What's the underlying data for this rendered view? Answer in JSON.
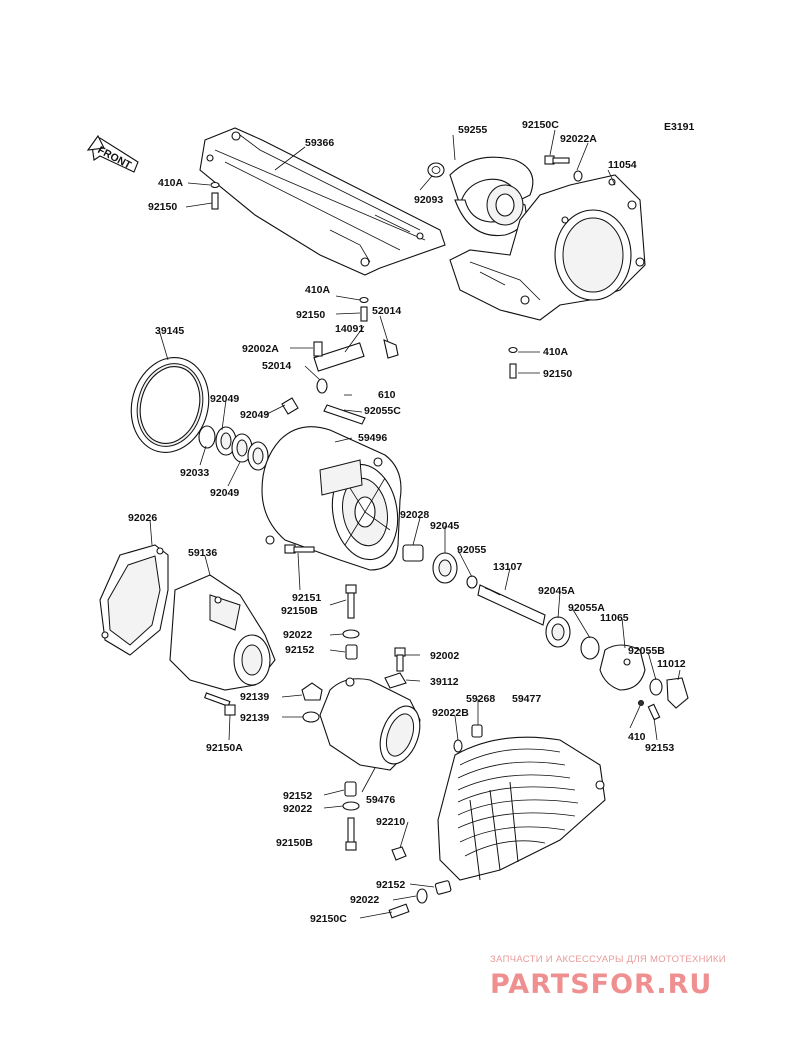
{
  "diagram_code": "E3191",
  "front_label": "FRONT",
  "watermark": {
    "tagline": "ЗАПЧАСТИ И АКСЕССУАРЫ ДЛЯ МОТОТЕХНИКИ",
    "brand": "PARTSFOR.RU"
  },
  "labels": {
    "p59366": "59366",
    "p410A_1": "410A",
    "p92150_1": "92150",
    "p59255": "59255",
    "p92150C_1": "92150C",
    "p92022A_1": "92022A",
    "p11054": "11054",
    "p92093": "92093",
    "p410A_2": "410A",
    "p92150_2": "92150",
    "p52014_1": "52014",
    "p14091": "14091",
    "p410A_3": "410A",
    "p92150_3": "92150",
    "p39145": "39145",
    "p92002A": "92002A",
    "p52014_2": "52014",
    "p610": "610",
    "p92055C": "92055C",
    "p92049_1": "92049",
    "p92049_2": "92049",
    "p59496": "59496",
    "p92033": "92033",
    "p92049_3": "92049",
    "p92026": "92026",
    "p92028": "92028",
    "p92045": "92045",
    "p92055": "92055",
    "p59136": "59136",
    "p13107": "13107",
    "p92045A": "92045A",
    "p92151": "92151",
    "p92150B_1": "92150B",
    "p92055A": "92055A",
    "p11065": "11065",
    "p92022_1": "92022",
    "p92152_1": "92152",
    "p92002": "92002",
    "p92055B": "92055B",
    "p11012": "11012",
    "p39112": "39112",
    "p92139_1": "92139",
    "p59268": "59268",
    "p59477": "59477",
    "p92139_2": "92139",
    "p92022B": "92022B",
    "p410": "410",
    "p92153": "92153",
    "p92150A": "92150A",
    "p92152_2": "92152",
    "p59476": "59476",
    "p92022_2": "92022",
    "p92210": "92210",
    "p92150B_2": "92150B",
    "p92152_3": "92152",
    "p92022_3": "92022",
    "p92150C_2": "92150C"
  }
}
